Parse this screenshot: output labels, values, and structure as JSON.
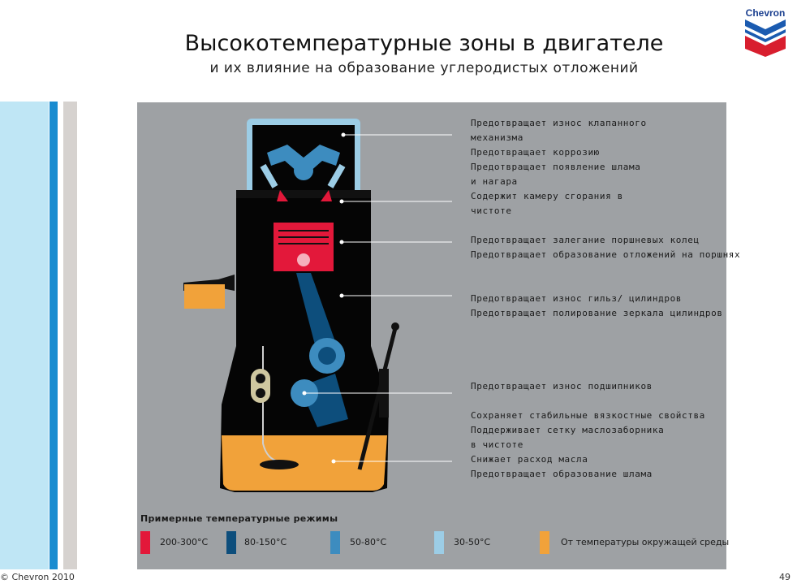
{
  "title": "Высокотемпературные зоны в двигателе",
  "subtitle": "и их влияние на образование углеродистых отложений",
  "logo_text": "Chevron",
  "notes": [
    {
      "lines": [
        "Предотвращает износ клапанного",
        "механизма",
        "Предотвращает коррозию",
        "Предотвращает появление шлама",
        "и нагара"
      ]
    },
    {
      "lines": [
        "Содержит камеру сгорания в",
        "чистоте"
      ]
    },
    {
      "lines": [
        "Предотвращает залегание поршневых колец",
        "Предотвращает образование отложений на поршнях"
      ]
    },
    {
      "lines": [
        "Предотвращает износ гильз/ цилиндров",
        "Предотвращает полирование зеркала цилиндров"
      ]
    },
    {
      "lines": [
        "Предотвращает износ подшипников"
      ]
    },
    {
      "lines": [
        "Сохраняет стабильные вязкостные свойства",
        "Поддерживает сетку маслозаборника",
        "в чистоте",
        "Снижает расход масла",
        "Предотвращает образование шлама"
      ]
    }
  ],
  "legend": {
    "title": "Примерные температурные режимы",
    "items": [
      {
        "label": "200-300°C",
        "color": "#e3183a"
      },
      {
        "label": "80-150°C",
        "color": "#0d4e7c"
      },
      {
        "label": "50-80°C",
        "color": "#3d8cbf"
      },
      {
        "label": "30-50°C",
        "color": "#9ccde6"
      },
      {
        "label": "От температуры окружащей среды",
        "color": "#f1a23a"
      }
    ]
  },
  "footer": "© Chevron 2010",
  "page_number": "49"
}
